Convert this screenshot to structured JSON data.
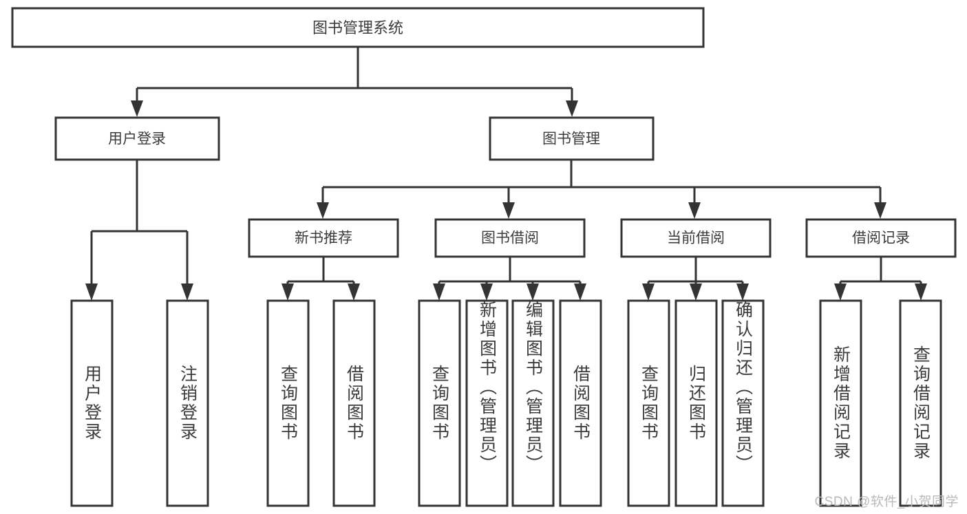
{
  "diagram": {
    "type": "tree-hierarchy",
    "title_text": "图书管理系统",
    "watermark": "CSDN @软件_小贺同学",
    "colors": {
      "box_stroke": "#333333",
      "box_fill": "#ffffff",
      "text": "#3b3b3b",
      "background": "#ffffff",
      "watermark": "#b9b9b9"
    },
    "levels": {
      "level1": "系统",
      "level2": "模块",
      "level3": "子模块",
      "level4": "功能"
    },
    "root": {
      "id": "root",
      "label": "图书管理系统"
    },
    "level2_nodes": [
      {
        "id": "user-login",
        "label": "用户登录"
      },
      {
        "id": "book-management",
        "label": "图书管理"
      }
    ],
    "level3_nodes": [
      {
        "id": "new-book-recommend",
        "label": "新书推荐"
      },
      {
        "id": "book-borrow",
        "label": "图书借阅"
      },
      {
        "id": "current-borrow",
        "label": "当前借阅"
      },
      {
        "id": "borrow-record",
        "label": "借阅记录"
      }
    ],
    "leaf_groups": [
      {
        "parent": "用户登录",
        "leaves": [
          {
            "id": "leaf-user-login",
            "label": "用户登录"
          },
          {
            "id": "leaf-user-logout",
            "label": "注销登录"
          }
        ]
      },
      {
        "parent": "新书推荐",
        "leaves": [
          {
            "id": "leaf-query-book-1",
            "label": "查询图书"
          },
          {
            "id": "leaf-borrow-book-1",
            "label": "借阅图书"
          }
        ]
      },
      {
        "parent": "图书借阅",
        "leaves": [
          {
            "id": "leaf-query-book-2",
            "label": "查询图书"
          },
          {
            "id": "leaf-add-book",
            "label": "新增图书（管理员）"
          },
          {
            "id": "leaf-edit-book",
            "label": "编辑图书（管理员）"
          },
          {
            "id": "leaf-borrow-book-2",
            "label": "借阅图书"
          }
        ]
      },
      {
        "parent": "当前借阅",
        "leaves": [
          {
            "id": "leaf-query-book-3",
            "label": "查询图书"
          },
          {
            "id": "leaf-return-book",
            "label": "归还图书"
          },
          {
            "id": "leaf-confirm-return",
            "label": "确认归还（管理员）"
          }
        ]
      },
      {
        "parent": "借阅记录",
        "leaves": [
          {
            "id": "leaf-add-record",
            "label": "新增借阅记录"
          },
          {
            "id": "leaf-query-record",
            "label": "查询借阅记录"
          }
        ]
      }
    ]
  }
}
